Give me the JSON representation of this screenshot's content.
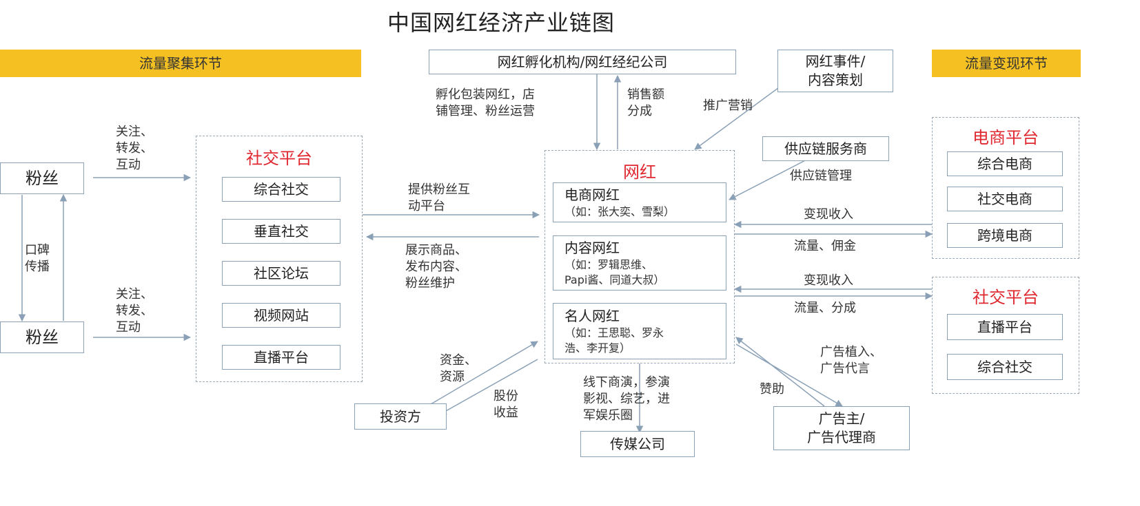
{
  "title": "中国网红经济产业链图",
  "bands": {
    "left": "流量聚集环节",
    "right": "流量变现环节"
  },
  "fans": {
    "top": "粉丝",
    "bottom": "粉丝"
  },
  "social_group": {
    "title": "社交平台",
    "items": [
      "综合社交",
      "垂直社交",
      "社区论坛",
      "视频网站",
      "直播平台"
    ]
  },
  "influencer_group": {
    "title": "网红",
    "ecommerce": {
      "name": "电商网红",
      "example": "（如：张大奕、雪梨）"
    },
    "content": {
      "name": "内容网红",
      "example_1": "（如：罗辑思维、",
      "example_2": "Papi酱、同道大叔）"
    },
    "celebrity": {
      "name": "名人网红",
      "example_1": "（如：王思聪、罗永",
      "example_2": "浩、李开复）"
    }
  },
  "ecommerce_group": {
    "title": "电商平台",
    "items": [
      "综合电商",
      "社交电商",
      "跨境电商"
    ]
  },
  "social_right_group": {
    "title": "社交平台",
    "items": [
      "直播平台",
      "综合社交"
    ]
  },
  "boxes": {
    "incubator": "网红孵化机构/网红经纪公司",
    "events_1": "网红事件/",
    "events_2": "内容策划",
    "supply": "供应链服务商",
    "investor": "投资方",
    "media": "传媒公司",
    "advertiser_1": "广告主/",
    "advertiser_2": "广告代理商"
  },
  "labels": {
    "follow_1": "关注、",
    "follow_2": "转发、",
    "follow_3": "互动",
    "word_of_mouth_1": "口碑",
    "word_of_mouth_2": "传播",
    "incubate_1": "孵化包装网红，店",
    "incubate_2": "铺管理、粉丝运营",
    "sales_1": "销售额",
    "sales_2": "分成",
    "promotion": "推广营销",
    "supply_mgmt": "供应链管理",
    "provide_1": "提供粉丝互",
    "provide_2": "动平台",
    "show_1": "展示商品、",
    "show_2": "发布内容、",
    "show_3": "粉丝维护",
    "income_1": "变现收入",
    "traffic_1": "流量、佣金",
    "income_2": "变现收入",
    "traffic_2": "流量、分成",
    "capital_1": "资金、",
    "capital_2": "资源",
    "equity_1": "股份",
    "equity_2": "收益",
    "offline_1": "线下商演，参演",
    "offline_2": "影视、综艺，进",
    "offline_3": "军娱乐圈",
    "ad_1": "广告植入、",
    "ad_2": "广告代言",
    "sponsor": "赞助"
  },
  "colors": {
    "accent_band": "#f4c022",
    "group_title": "#e0272f",
    "line": "#8aa0b6"
  }
}
